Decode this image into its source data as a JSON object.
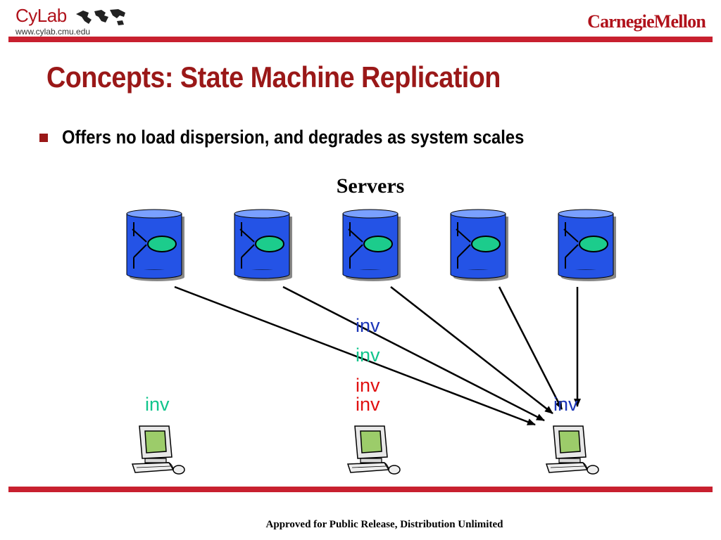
{
  "header": {
    "brand": "CyLab",
    "url": "www.cylab.cmu.edu",
    "university": "CarnegieMellon"
  },
  "slide": {
    "title": "Concepts: State Machine Replication",
    "bullet": "Offers no load dispersion, and degrades as system scales",
    "servers_label": "Servers"
  },
  "diagram": {
    "server_count": 5,
    "client_count": 3,
    "inv_label": "inv",
    "colors": {
      "server_body": "#2453e6",
      "server_top": "#7aa0ff",
      "node": "#1ccc8c",
      "inv_blue": "#1c36b8",
      "inv_teal": "#12c58c",
      "inv_red": "#e01010",
      "monitor_screen": "#9ccc6a"
    }
  },
  "footer": {
    "notice": "Approved for Public Release, Distribution Unlimited"
  }
}
